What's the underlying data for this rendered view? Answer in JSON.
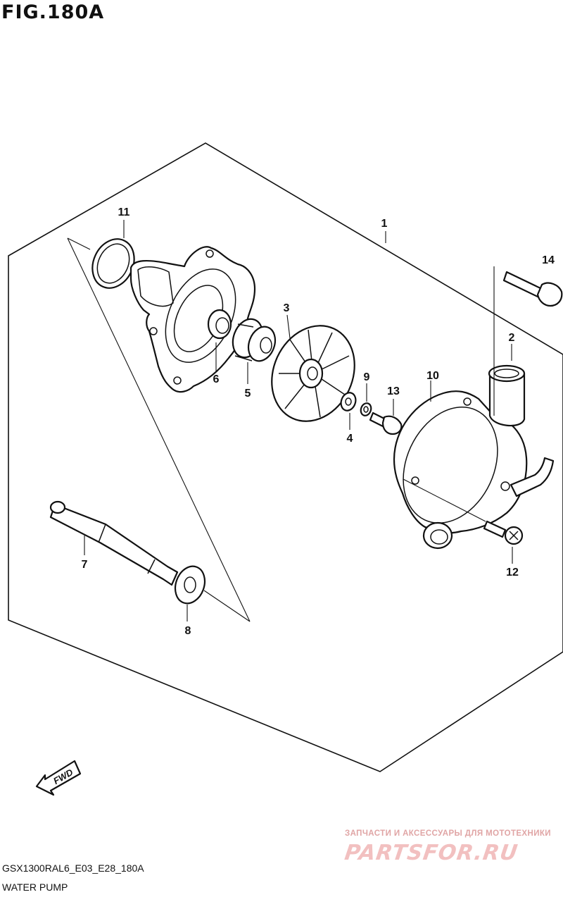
{
  "figure": {
    "title": "FIG.180A"
  },
  "callouts": [
    "1",
    "2",
    "3",
    "4",
    "5",
    "6",
    "7",
    "8",
    "9",
    "10",
    "11",
    "12",
    "13",
    "14"
  ],
  "fwd": {
    "label": "FWD"
  },
  "watermark": {
    "line1": "ЗАПЧАСТИ И АКСЕССУАРЫ ДЛЯ МОТОТЕХНИКИ",
    "line2": "PARTSFOR.RU"
  },
  "footer": {
    "code": "GSX1300RAL6_E03_E28_180A",
    "name": "WATER PUMP"
  }
}
